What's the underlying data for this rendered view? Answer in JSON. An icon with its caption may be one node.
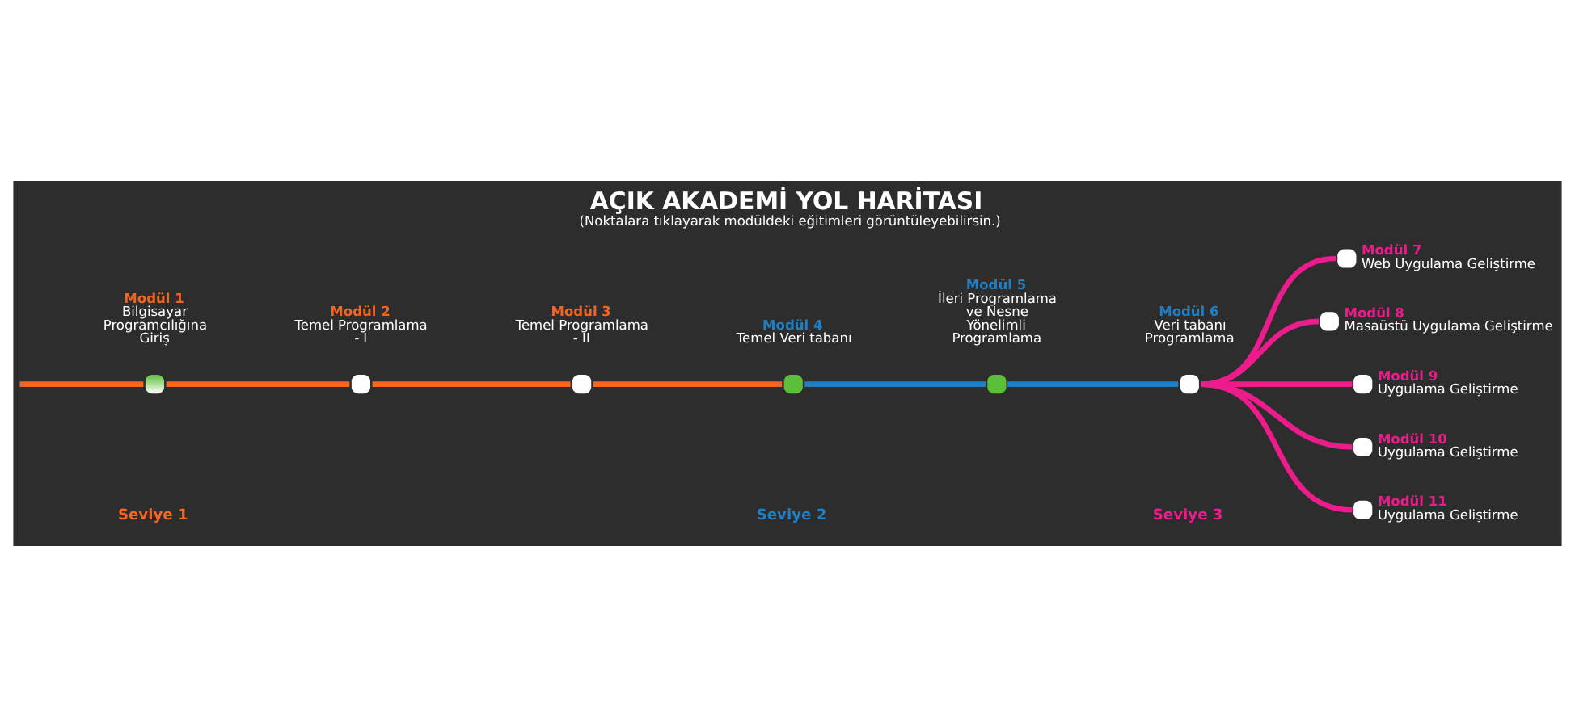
{
  "diagram": {
    "title": "AÇIK AKADEMİ YOL HARİTASI",
    "caption": "(Noktalara tıklayarak modüldeki eğitimleri görüntüleyebilirsin.)",
    "nodes": [
      {
        "text": [
          "Modül 1",
          "Bilgisayar Programcılığına Giriş"
        ]
      },
      {
        "text": [
          "Modül 2",
          "Temel Programlama - I"
        ]
      },
      {
        "text": [
          "Modül 3",
          "Temel Programlama - II"
        ]
      },
      {
        "text": [
          "Modül 4",
          "Temel Veri tabanı"
        ]
      },
      {
        "text": [
          "Modül 5",
          "İleri Programlama ve Nesne Yönelimli Programlama"
        ]
      },
      {
        "text": [
          "Modül 6",
          "Veri tabanı Programlama"
        ]
      },
      {
        "text": [
          "Modül 7",
          "Web Uygulama Geliştirme"
        ]
      },
      {
        "text": [
          "Modül 8",
          "Masaüstü Uygulama Geliştirme"
        ]
      },
      {
        "text": [
          "Modül 9",
          "Uygulama Geliştirme"
        ]
      },
      {
        "text": [
          "Modül 10",
          "Uygulama Geliştirme"
        ]
      },
      {
        "text": [
          "Modül 11",
          "Uygulama Geliştirme"
        ]
      }
    ],
    "edges": [
      {
        "from": null,
        "to": 0,
        "arrow": "none",
        "color": "#f26522"
      },
      {
        "from": 0,
        "to": 1,
        "arrow": "none",
        "color": "#f26522"
      },
      {
        "from": 1,
        "to": 2,
        "arrow": "none",
        "color": "#f26522"
      },
      {
        "from": 2,
        "to": 3,
        "arrow": "none",
        "color": "#f26522"
      },
      {
        "from": 3,
        "to": 4,
        "arrow": "none",
        "color": "#1f7fc4"
      },
      {
        "from": 4,
        "to": 5,
        "arrow": "none",
        "color": "#1f7fc4"
      },
      {
        "from": 5,
        "to": 6,
        "arrow": "none"
      },
      {
        "from": 5,
        "to": 7,
        "arrow": "none"
      },
      {
        "from": 5,
        "to": 8,
        "arrow": "none"
      },
      {
        "from": 5,
        "to": 9,
        "arrow": "none"
      },
      {
        "from": 5,
        "to": 10,
        "arrow": "none"
      }
    ],
    "labels": [
      "Seviye 1",
      "Seviye 2",
      "Seviye 3"
    ]
  }
}
